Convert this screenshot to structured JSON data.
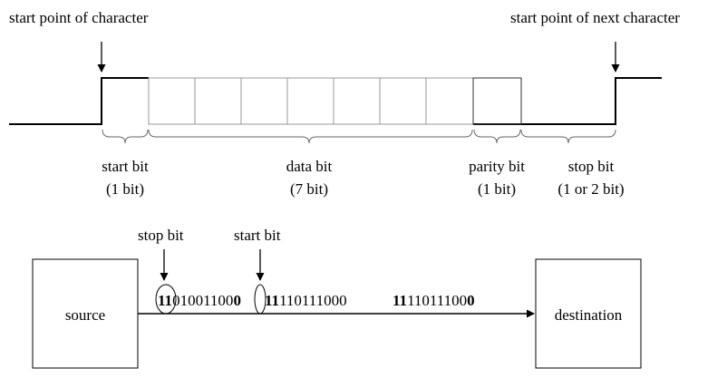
{
  "timing": {
    "start_point_label": "start point of character",
    "next_start_label": "start point of next character",
    "start_bit": {
      "name": "start bit",
      "size": "(1 bit)"
    },
    "data_bit": {
      "name": "data bit",
      "size": "(7 bit)",
      "count": 7
    },
    "parity_bit": {
      "name": "parity bit",
      "size": "(1 bit)"
    },
    "stop_bit": {
      "name": "stop bit",
      "size": "(1 or 2 bit)"
    }
  },
  "transmission": {
    "stop_bit_label": "stop bit",
    "start_bit_label": "start bit",
    "source_label": "source",
    "destination_label": "destination",
    "frames": [
      {
        "lead": "11",
        "body": "01001100",
        "tail": "0"
      },
      {
        "lead": "11",
        "body": "110111000",
        "tail": ""
      },
      {
        "lead": "11",
        "body": "11011100",
        "tail": "0"
      }
    ]
  }
}
